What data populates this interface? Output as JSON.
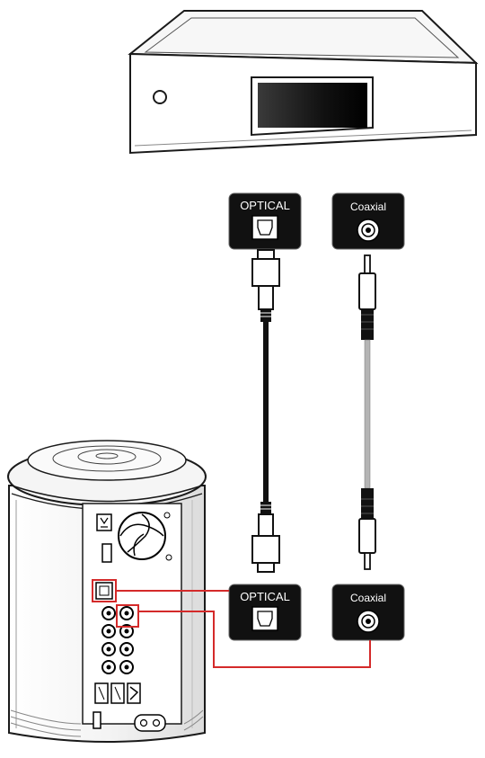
{
  "labels": {
    "optical_top": "OPTICAL",
    "coaxial_top": "Coaxial",
    "optical_bottom": "OPTICAL",
    "coaxial_bottom": "Coaxial"
  },
  "colors": {
    "outline": "#1a1a1a",
    "port_panel": "#111111",
    "connection_line": "#d42a2a",
    "coax_cable": "#b4b4b4",
    "optical_cable": "#111111",
    "display_screen": "#1e1e1e"
  }
}
